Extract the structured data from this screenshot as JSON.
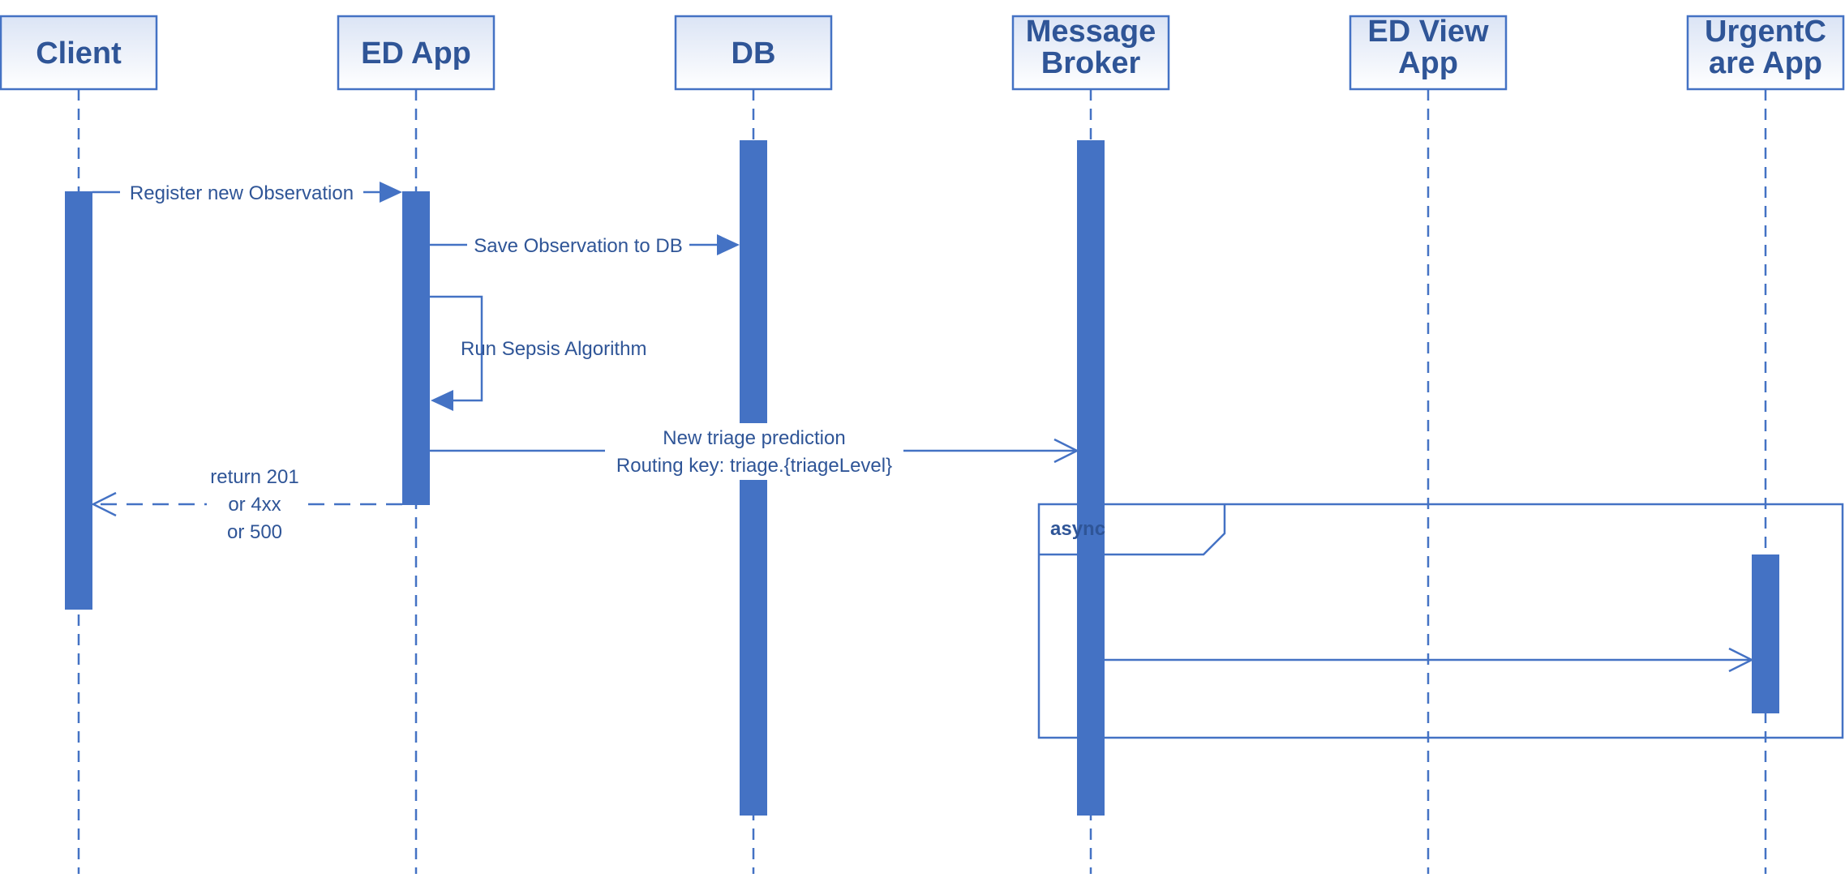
{
  "colors": {
    "stroke": "#4472c4",
    "activation": "#4472c4",
    "text": "#2f5597",
    "head_fill_top": "#dbe4f5",
    "head_fill_bottom": "#ffffff"
  },
  "participants": [
    {
      "id": "client",
      "lines": [
        "Client"
      ]
    },
    {
      "id": "ed-app",
      "lines": [
        "ED App"
      ]
    },
    {
      "id": "db",
      "lines": [
        "DB"
      ]
    },
    {
      "id": "message-broker",
      "lines": [
        "Message",
        "Broker"
      ]
    },
    {
      "id": "ed-view-app",
      "lines": [
        "ED View",
        "App"
      ]
    },
    {
      "id": "urgentcare-app",
      "lines": [
        "UrgentC",
        "are App"
      ]
    }
  ],
  "messages": [
    {
      "id": "register",
      "from": "client",
      "to": "ed-app",
      "kind": "sync",
      "lines": [
        "Register new Observation"
      ]
    },
    {
      "id": "save",
      "from": "ed-app",
      "to": "db",
      "kind": "sync",
      "lines": [
        "Save Observation to DB"
      ]
    },
    {
      "id": "sepsis",
      "from": "ed-app",
      "to": "ed-app",
      "kind": "self",
      "lines": [
        "Run Sepsis Algorithm"
      ]
    },
    {
      "id": "triage",
      "from": "ed-app",
      "to": "message-broker",
      "kind": "async",
      "lines": [
        "New triage prediction",
        "Routing key: triage.{triageLevel}"
      ]
    },
    {
      "id": "return",
      "from": "ed-app",
      "to": "client",
      "kind": "return",
      "lines": [
        "return 201",
        "or 4xx",
        "or 500"
      ]
    },
    {
      "id": "deliver",
      "from": "message-broker",
      "to": "urgentcare-app",
      "kind": "async",
      "lines": []
    }
  ],
  "fragment": {
    "label": "async"
  }
}
